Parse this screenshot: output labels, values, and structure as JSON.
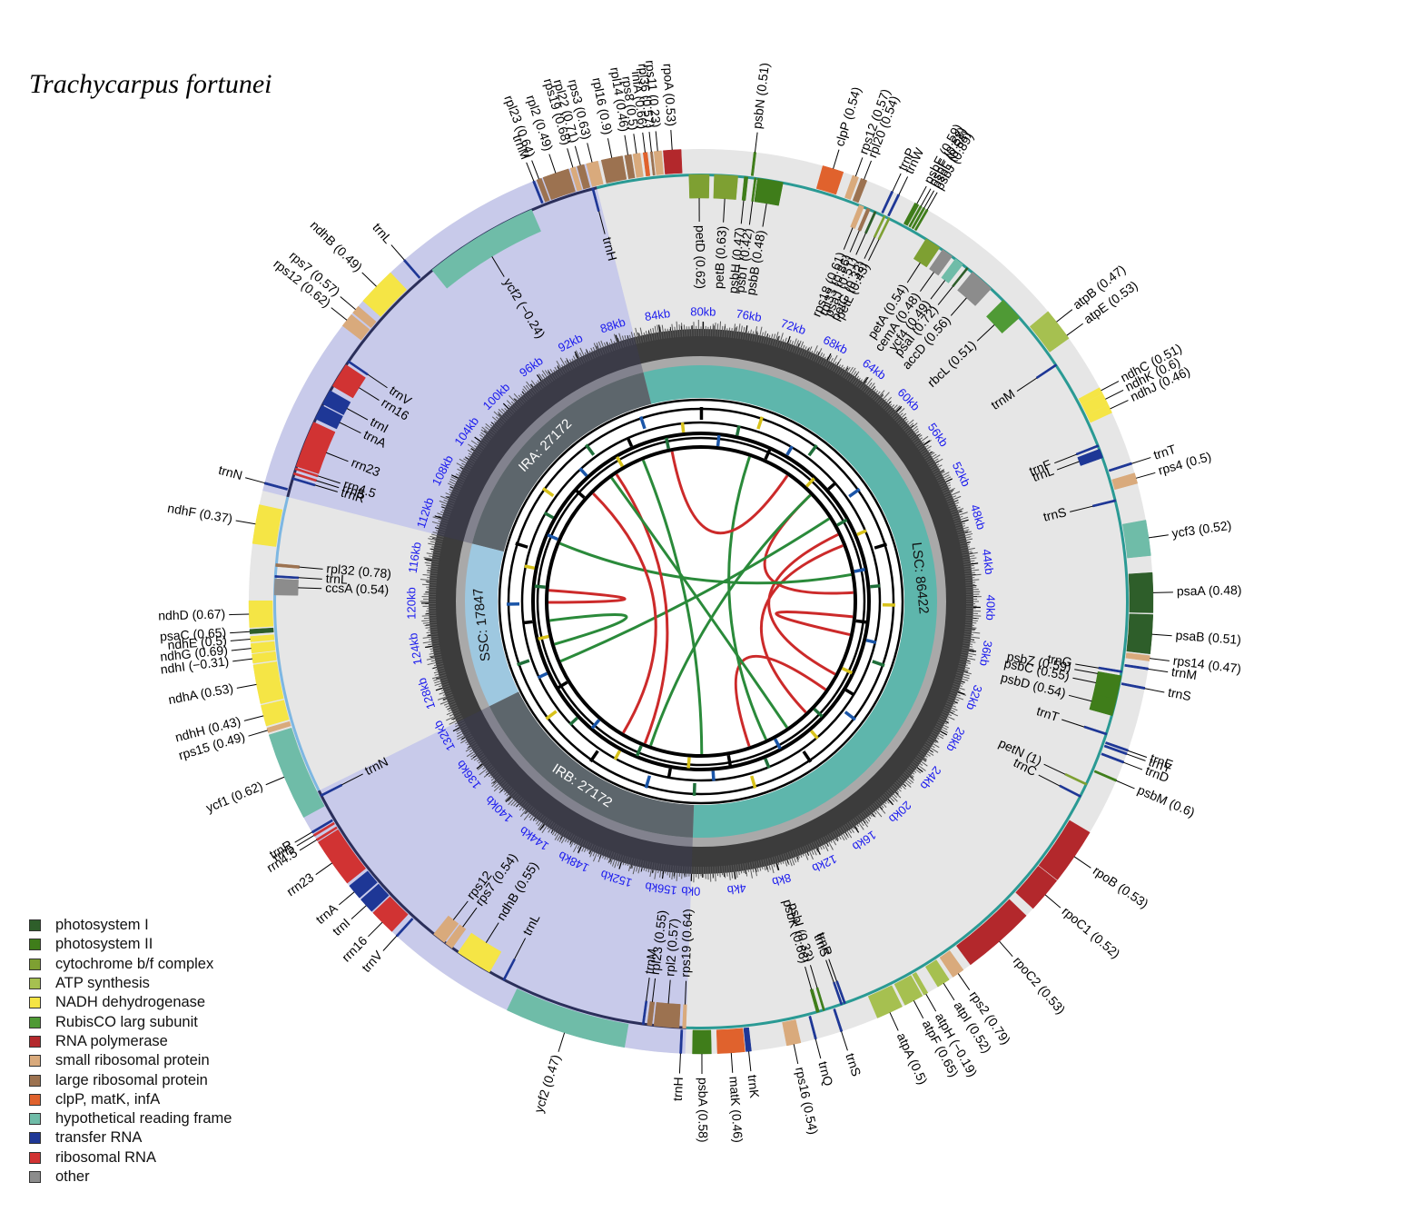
{
  "title": "Trachycarpus fortunei",
  "genome_length": 158613,
  "colors": {
    "photosystem I": "#2e5e2a",
    "photosystem II": "#3f7d1a",
    "cytochrome b/f complex": "#7ea032",
    "ATP synthesis": "#a6c050",
    "NADH dehydrogenase": "#f5e545",
    "RubisCO larg subunit": "#4f9a35",
    "RNA polymerase": "#b3282c",
    "small ribosomal protein": "#d9aa7c",
    "large ribosomal protein": "#9c7250",
    "clpP, matK, infA": "#e0622d",
    "hypothetical reading frame": "#6fbca8",
    "transfer RNA": "#1e3796",
    "ribosomal RNA": "#d13333",
    "other": "#8c8c8c"
  },
  "legend": [
    {
      "label": "photosystem I"
    },
    {
      "label": "photosystem II"
    },
    {
      "label": "cytochrome b/f complex"
    },
    {
      "label": "ATP synthesis"
    },
    {
      "label": "NADH dehydrogenase"
    },
    {
      "label": "RubisCO larg subunit"
    },
    {
      "label": "RNA polymerase"
    },
    {
      "label": "small ribosomal protein"
    },
    {
      "label": "large ribosomal protein"
    },
    {
      "label": "clpP, matK, infA"
    },
    {
      "label": "hypothetical reading frame"
    },
    {
      "label": "transfer RNA"
    },
    {
      "label": "ribosomal RNA"
    },
    {
      "label": "other"
    }
  ],
  "regions": [
    {
      "label": "LSC: 86422",
      "start": 0,
      "end": 86422,
      "color": "#5eb6ac"
    },
    {
      "label": "IRA: 27172",
      "start": 86422,
      "end": 113594,
      "color": "#5d666c"
    },
    {
      "label": "SSC: 17847",
      "start": 113594,
      "end": 131441,
      "color": "#9ec8e0"
    },
    {
      "label": "IRB: 27172",
      "start": 131441,
      "end": 158613,
      "color": "#5d666c"
    }
  ],
  "ticks": [
    "0kb",
    "4kb",
    "8kb",
    "12kb",
    "16kb",
    "20kb",
    "24kb",
    "28kb",
    "32kb",
    "36kb",
    "40kb",
    "44kb",
    "48kb",
    "52kb",
    "56kb",
    "60kb",
    "64kb",
    "68kb",
    "72kb",
    "76kb",
    "80kb",
    "84kb",
    "88kb",
    "92kb",
    "96kb",
    "100kb",
    "104kb",
    "108kb",
    "112kb",
    "116kb",
    "120kb",
    "124kb",
    "128kb",
    "132kb",
    "136kb",
    "140kb",
    "144kb",
    "148kb",
    "152kb",
    "156kb"
  ],
  "genes": [
    {
      "label": "psbA (0.58)",
      "pos": 400,
      "len": 1060,
      "cat": "photosystem II",
      "strand": -1
    },
    {
      "label": "matK (0.46)",
      "pos": 1800,
      "len": 1540,
      "cat": "clpP, matK, infA",
      "strand": -1
    },
    {
      "label": "trnK",
      "pos": 3400,
      "len": 300,
      "cat": "transfer RNA",
      "strand": -1
    },
    {
      "label": "rps16 (0.54)",
      "pos": 5700,
      "len": 800,
      "cat": "small ribosomal protein",
      "strand": -1
    },
    {
      "label": "trnQ",
      "pos": 7300,
      "len": 100,
      "cat": "transfer RNA",
      "strand": -1
    },
    {
      "label": "psbK (0.66)",
      "pos": 7800,
      "len": 180,
      "cat": "photosystem II",
      "strand": 1
    },
    {
      "label": "psbI (0.33)",
      "pos": 8200,
      "len": 120,
      "cat": "photosystem II",
      "strand": 1
    },
    {
      "label": "trnS",
      "pos": 8800,
      "len": 100,
      "cat": "transfer RNA",
      "strand": -1
    },
    {
      "label": "trnS",
      "pos": 9300,
      "len": 100,
      "cat": "transfer RNA",
      "strand": 1
    },
    {
      "label": "trnR",
      "pos": 9500,
      "len": 100,
      "cat": "transfer RNA",
      "strand": 1
    },
    {
      "label": "atpA (0.5)",
      "pos": 11000,
      "len": 1520,
      "cat": "ATP synthesis",
      "strand": -1
    },
    {
      "label": "atpF (0.65)",
      "pos": 12700,
      "len": 1100,
      "cat": "ATP synthesis",
      "strand": -1
    },
    {
      "label": "atpH (−0.19)",
      "pos": 13900,
      "len": 250,
      "cat": "ATP synthesis",
      "strand": -1
    },
    {
      "label": "atpI (0.52)",
      "pos": 14800,
      "len": 750,
      "cat": "ATP synthesis",
      "strand": -1
    },
    {
      "label": "rps2 (0.79)",
      "pos": 15800,
      "len": 710,
      "cat": "small ribosomal protein",
      "strand": -1
    },
    {
      "label": "rpoC2 (0.53)",
      "pos": 17000,
      "len": 4150,
      "cat": "RNA polymerase",
      "strand": -1
    },
    {
      "label": "rpoC1 (0.52)",
      "pos": 21700,
      "len": 2050,
      "cat": "RNA polymerase",
      "strand": -1
    },
    {
      "label": "rpoB (0.53)",
      "pos": 23800,
      "len": 3210,
      "cat": "RNA polymerase",
      "strand": -1
    },
    {
      "label": "trnC",
      "pos": 28500,
      "len": 100,
      "cat": "transfer RNA",
      "strand": 1
    },
    {
      "label": "petN (1)",
      "pos": 29300,
      "len": 100,
      "cat": "cytochrome b/f complex",
      "strand": 1
    },
    {
      "label": "psbM (0.6)",
      "pos": 30200,
      "len": 110,
      "cat": "photosystem II",
      "strand": -1
    },
    {
      "label": "trnD",
      "pos": 31300,
      "len": 100,
      "cat": "transfer RNA",
      "strand": -1
    },
    {
      "label": "trnY",
      "pos": 31800,
      "len": 100,
      "cat": "transfer RNA",
      "strand": -1
    },
    {
      "label": "trnE",
      "pos": 32000,
      "len": 100,
      "cat": "transfer RNA",
      "strand": -1
    },
    {
      "label": "trnT",
      "pos": 32500,
      "len": 100,
      "cat": "transfer RNA",
      "strand": 1
    },
    {
      "label": "psbD (0.54)",
      "pos": 33700,
      "len": 1060,
      "cat": "photosystem II",
      "strand": 1
    },
    {
      "label": "psbC (0.55)",
      "pos": 34700,
      "len": 1420,
      "cat": "photosystem II",
      "strand": 1
    },
    {
      "label": "trnS",
      "pos": 35600,
      "len": 100,
      "cat": "transfer RNA",
      "strand": -1
    },
    {
      "label": "psbZ (0.59)",
      "pos": 35900,
      "len": 190,
      "cat": "photosystem II",
      "strand": 1
    },
    {
      "label": "trnG",
      "pos": 36300,
      "len": 100,
      "cat": "transfer RNA",
      "strand": 1
    },
    {
      "label": "trnM",
      "pos": 36700,
      "len": 100,
      "cat": "transfer RNA",
      "strand": -1
    },
    {
      "label": "rps14 (0.47)",
      "pos": 37200,
      "len": 300,
      "cat": "small ribosomal protein",
      "strand": -1
    },
    {
      "label": "psaB (0.51)",
      "pos": 37600,
      "len": 2200,
      "cat": "photosystem I",
      "strand": -1
    },
    {
      "label": "psaA (0.48)",
      "pos": 39900,
      "len": 2250,
      "cat": "photosystem I",
      "strand": -1
    },
    {
      "label": "ycf3 (0.52)",
      "pos": 43100,
      "len": 2000,
      "cat": "hypothetical reading frame",
      "strand": -1
    },
    {
      "label": "trnS",
      "pos": 46500,
      "len": 100,
      "cat": "transfer RNA",
      "strand": 1
    },
    {
      "label": "rps4 (0.5)",
      "pos": 47200,
      "len": 600,
      "cat": "small ribosomal protein",
      "strand": -1
    },
    {
      "label": "trnT",
      "pos": 48300,
      "len": 100,
      "cat": "transfer RNA",
      "strand": -1
    },
    {
      "label": "trnL",
      "pos": 49200,
      "len": 550,
      "cat": "transfer RNA",
      "strand": 1
    },
    {
      "label": "trnF",
      "pos": 49900,
      "len": 100,
      "cat": "transfer RNA",
      "strand": 1
    },
    {
      "label": "ndhJ (0.46)",
      "pos": 51400,
      "len": 480,
      "cat": "NADH dehydrogenase",
      "strand": -1
    },
    {
      "label": "ndhK (0.6)",
      "pos": 51900,
      "len": 680,
      "cat": "NADH dehydrogenase",
      "strand": -1
    },
    {
      "label": "ndhC (0.51)",
      "pos": 52600,
      "len": 360,
      "cat": "NADH dehydrogenase",
      "strand": -1
    },
    {
      "label": "trnM",
      "pos": 55300,
      "len": 100,
      "cat": "transfer RNA",
      "strand": 1
    },
    {
      "label": "atpE (0.53)",
      "pos": 56200,
      "len": 400,
      "cat": "ATP synthesis",
      "strand": -1
    },
    {
      "label": "atpB (0.47)",
      "pos": 56600,
      "len": 1500,
      "cat": "ATP synthesis",
      "strand": -1
    },
    {
      "label": "rbcL (0.51)",
      "pos": 58900,
      "len": 1430,
      "cat": "RubisCO larg subunit",
      "strand": 1
    },
    {
      "label": "accD (0.56)",
      "pos": 61300,
      "len": 1480,
      "cat": "other",
      "strand": 1
    },
    {
      "label": "psaI (0.72)",
      "pos": 63100,
      "len": 110,
      "cat": "photosystem I",
      "strand": 1
    },
    {
      "label": "ycf4 (0.49)",
      "pos": 63500,
      "len": 560,
      "cat": "hypothetical reading frame",
      "strand": 1
    },
    {
      "label": "cemA (0.48)",
      "pos": 64300,
      "len": 690,
      "cat": "other",
      "strand": 1
    },
    {
      "label": "petA (0.54)",
      "pos": 65200,
      "len": 960,
      "cat": "cytochrome b/f complex",
      "strand": 1
    },
    {
      "label": "psbJ (0.89)",
      "pos": 66900,
      "len": 120,
      "cat": "photosystem II",
      "strand": -1
    },
    {
      "label": "psbL (0.54)",
      "pos": 67100,
      "len": 120,
      "cat": "photosystem II",
      "strand": -1
    },
    {
      "label": "psbF (0.58)",
      "pos": 67300,
      "len": 120,
      "cat": "photosystem II",
      "strand": -1
    },
    {
      "label": "psbE (0.59)",
      "pos": 67500,
      "len": 250,
      "cat": "photosystem II",
      "strand": -1
    },
    {
      "label": "trnW",
      "pos": 68700,
      "len": 100,
      "cat": "transfer RNA",
      "strand": -1
    },
    {
      "label": "trnP",
      "pos": 69100,
      "len": 100,
      "cat": "transfer RNA",
      "strand": -1
    },
    {
      "label": "petL (0.43)",
      "pos": 68600,
      "len": 100,
      "cat": "cytochrome b/f complex",
      "strand": 1
    },
    {
      "label": "petG (0.32)",
      "pos": 68900,
      "len": 110,
      "cat": "cytochrome b/f complex",
      "strand": 1
    },
    {
      "label": "psaJ (0.51)",
      "pos": 69500,
      "len": 130,
      "cat": "photosystem I",
      "strand": 1
    },
    {
      "label": "rpl33 (0.86)",
      "pos": 69900,
      "len": 200,
      "cat": "large ribosomal protein",
      "strand": 1
    },
    {
      "label": "rps18 (0.61)",
      "pos": 70300,
      "len": 300,
      "cat": "small ribosomal protein",
      "strand": 1
    },
    {
      "label": "rpl20 (0.54)",
      "pos": 70700,
      "len": 350,
      "cat": "large ribosomal protein",
      "strand": -1
    },
    {
      "label": "rps12 (0.57)",
      "pos": 71200,
      "len": 350,
      "cat": "small ribosomal protein",
      "strand": -1
    },
    {
      "label": "clpP (0.54)",
      "pos": 72100,
      "len": 1200,
      "cat": "clpP, matK, infA",
      "strand": -1
    },
    {
      "label": "psbB (0.48)",
      "pos": 75300,
      "len": 1530,
      "cat": "photosystem II",
      "strand": 1
    },
    {
      "label": "psbT (0.42)",
      "pos": 76900,
      "len": 110,
      "cat": "photosystem II",
      "strand": 1
    },
    {
      "label": "psbN (0.51)",
      "pos": 77100,
      "len": 130,
      "cat": "photosystem II",
      "strand": -1
    },
    {
      "label": "psbH (0.47)",
      "pos": 77400,
      "len": 220,
      "cat": "photosystem II",
      "strand": 1
    },
    {
      "label": "petB (0.63)",
      "pos": 78000,
      "len": 1400,
      "cat": "cytochrome b/f complex",
      "strand": 1
    },
    {
      "label": "petD (0.62)",
      "pos": 79700,
      "len": 1200,
      "cat": "cytochrome b/f complex",
      "strand": 1
    },
    {
      "label": "rpoA (0.53)",
      "pos": 81300,
      "len": 1000,
      "cat": "RNA polymerase",
      "strand": -1
    },
    {
      "label": "rps11 (0.23)",
      "pos": 82400,
      "len": 420,
      "cat": "small ribosomal protein",
      "strand": -1
    },
    {
      "label": "rpl36 (0.57)",
      "pos": 82900,
      "len": 120,
      "cat": "large ribosomal protein",
      "strand": -1
    },
    {
      "label": "infA (0.66)",
      "pos": 83200,
      "len": 230,
      "cat": "clpP, matK, infA",
      "strand": -1
    },
    {
      "label": "rps8 (0.5)",
      "pos": 83600,
      "len": 400,
      "cat": "small ribosomal protein",
      "strand": -1
    },
    {
      "label": "rpl14 (0.46)",
      "pos": 84100,
      "len": 370,
      "cat": "large ribosomal protein",
      "strand": -1
    },
    {
      "label": "rpl16 (0.9)",
      "pos": 84600,
      "len": 1200,
      "cat": "large ribosomal protein",
      "strand": -1
    },
    {
      "label": "rps3 (0.63)",
      "pos": 86000,
      "len": 660,
      "cat": "small ribosomal protein",
      "strand": -1
    },
    {
      "label": "trnH",
      "pos": 86600,
      "len": 100,
      "cat": "transfer RNA",
      "strand": 1
    },
    {
      "label": "rpl22 (0.71)",
      "pos": 86800,
      "len": 400,
      "cat": "large ribosomal protein",
      "strand": -1
    },
    {
      "label": "rps19 (0.68)",
      "pos": 87300,
      "len": 280,
      "cat": "small ribosomal protein",
      "strand": -1
    },
    {
      "label": "rpl2 (0.49)",
      "pos": 87700,
      "len": 1500,
      "cat": "large ribosomal protein",
      "strand": -1
    },
    {
      "label": "rpl23 (0.64)",
      "pos": 89300,
      "len": 280,
      "cat": "large ribosomal protein",
      "strand": -1
    },
    {
      "label": "trnM",
      "pos": 89700,
      "len": 100,
      "cat": "transfer RNA",
      "strand": -1
    },
    {
      "label": "ycf2 (−0.24)",
      "pos": 90500,
      "len": 6900,
      "cat": "hypothetical reading frame",
      "strand": 1
    },
    {
      "label": "trnL",
      "pos": 98200,
      "len": 100,
      "cat": "transfer RNA",
      "strand": -1
    },
    {
      "label": "ndhB (0.49)",
      "pos": 99300,
      "len": 2200,
      "cat": "NADH dehydrogenase",
      "strand": -1
    },
    {
      "label": "rps7 (0.57)",
      "pos": 101900,
      "len": 470,
      "cat": "small ribosomal protein",
      "strand": -1
    },
    {
      "label": "rps12 (0.62)",
      "pos": 102500,
      "len": 800,
      "cat": "small ribosomal protein",
      "strand": -1
    },
    {
      "label": "trnV",
      "pos": 104700,
      "len": 100,
      "cat": "transfer RNA",
      "strand": 1
    },
    {
      "label": "rrn16",
      "pos": 105000,
      "len": 1490,
      "cat": "ribosomal RNA",
      "strand": 1
    },
    {
      "label": "trnI",
      "pos": 106800,
      "len": 900,
      "cat": "transfer RNA",
      "strand": 1
    },
    {
      "label": "trnA",
      "pos": 107800,
      "len": 880,
      "cat": "transfer RNA",
      "strand": 1
    },
    {
      "label": "rrn23",
      "pos": 108900,
      "len": 2810,
      "cat": "ribosomal RNA",
      "strand": 1
    },
    {
      "label": "rrn4.5",
      "pos": 111800,
      "len": 100,
      "cat": "ribosomal RNA",
      "strand": 1
    },
    {
      "label": "rrn5",
      "pos": 112100,
      "len": 120,
      "cat": "ribosomal RNA",
      "strand": 1
    },
    {
      "label": "trnR",
      "pos": 112400,
      "len": 100,
      "cat": "transfer RNA",
      "strand": 1
    },
    {
      "label": "trnN",
      "pos": 113100,
      "len": 100,
      "cat": "transfer RNA",
      "strand": -1
    },
    {
      "label": "ndhF (0.37)",
      "pos": 114400,
      "len": 2200,
      "cat": "NADH dehydrogenase",
      "strand": -1
    },
    {
      "label": "rpl32 (0.78)",
      "pos": 117600,
      "len": 170,
      "cat": "large ribosomal protein",
      "strand": 1
    },
    {
      "label": "trnL",
      "pos": 118300,
      "len": 100,
      "cat": "transfer RNA",
      "strand": 1
    },
    {
      "label": "ccsA (0.54)",
      "pos": 118500,
      "len": 960,
      "cat": "other",
      "strand": 1
    },
    {
      "label": "ndhD (0.67)",
      "pos": 119800,
      "len": 1500,
      "cat": "NADH dehydrogenase",
      "strand": -1
    },
    {
      "label": "psaC (0.65)",
      "pos": 121400,
      "len": 250,
      "cat": "photosystem I",
      "strand": -1
    },
    {
      "label": "ndhE (0.5)",
      "pos": 121800,
      "len": 300,
      "cat": "NADH dehydrogenase",
      "strand": -1
    },
    {
      "label": "ndhG (0.69)",
      "pos": 122200,
      "len": 530,
      "cat": "NADH dehydrogenase",
      "strand": -1
    },
    {
      "label": "ndhI (−0.31)",
      "pos": 122800,
      "len": 500,
      "cat": "NADH dehydrogenase",
      "strand": -1
    },
    {
      "label": "ndhA (0.53)",
      "pos": 123400,
      "len": 2200,
      "cat": "NADH dehydrogenase",
      "strand": -1
    },
    {
      "label": "ndhH (0.43)",
      "pos": 125700,
      "len": 1180,
      "cat": "NADH dehydrogenase",
      "strand": -1
    },
    {
      "label": "rps15 (0.49)",
      "pos": 127000,
      "len": 270,
      "cat": "small ribosomal protein",
      "strand": -1
    },
    {
      "label": "ycf1 (0.62)",
      "pos": 127400,
      "len": 5000,
      "cat": "hypothetical reading frame",
      "strand": -1
    },
    {
      "label": "trnN",
      "pos": 131700,
      "len": 100,
      "cat": "transfer RNA",
      "strand": 1
    },
    {
      "label": "trnR",
      "pos": 133300,
      "len": 100,
      "cat": "transfer RNA",
      "strand": -1
    },
    {
      "label": "rrn5",
      "pos": 133500,
      "len": 120,
      "cat": "ribosomal RNA",
      "strand": -1
    },
    {
      "label": "rrn4.5",
      "pos": 133800,
      "len": 100,
      "cat": "ribosomal RNA",
      "strand": -1
    },
    {
      "label": "rrn23",
      "pos": 134000,
      "len": 2810,
      "cat": "ribosomal RNA",
      "strand": -1
    },
    {
      "label": "trnA",
      "pos": 137000,
      "len": 880,
      "cat": "transfer RNA",
      "strand": -1
    },
    {
      "label": "trnI",
      "pos": 138000,
      "len": 900,
      "cat": "transfer RNA",
      "strand": -1
    },
    {
      "label": "rrn16",
      "pos": 139000,
      "len": 1490,
      "cat": "ribosomal RNA",
      "strand": -1
    },
    {
      "label": "trnV",
      "pos": 140800,
      "len": 100,
      "cat": "transfer RNA",
      "strand": -1
    },
    {
      "label": "rps12",
      "pos": 142400,
      "len": 800,
      "cat": "small ribosomal protein",
      "strand": 1
    },
    {
      "label": "rps7 (0.54)",
      "pos": 143300,
      "len": 470,
      "cat": "small ribosomal protein",
      "strand": 1
    },
    {
      "label": "ndhB (0.55)",
      "pos": 144200,
      "len": 2200,
      "cat": "NADH dehydrogenase",
      "strand": 1
    },
    {
      "label": "trnL",
      "pos": 147300,
      "len": 100,
      "cat": "transfer RNA",
      "strand": 1
    },
    {
      "label": "ycf2 (0.47)",
      "pos": 148300,
      "len": 6900,
      "cat": "hypothetical reading frame",
      "strand": -1
    },
    {
      "label": "trnM",
      "pos": 156000,
      "len": 100,
      "cat": "transfer RNA",
      "strand": 1
    },
    {
      "label": "rpl23 (0.55)",
      "pos": 156300,
      "len": 280,
      "cat": "large ribosomal protein",
      "strand": 1
    },
    {
      "label": "rpl2 (0.57)",
      "pos": 156700,
      "len": 1500,
      "cat": "large ribosomal protein",
      "strand": 1
    },
    {
      "label": "trnH",
      "pos": 158300,
      "len": 100,
      "cat": "transfer RNA",
      "strand": -1
    },
    {
      "label": "rps19 (0.64)",
      "pos": 158400,
      "len": 200,
      "cat": "small ribosomal protein",
      "strand": 1
    }
  ]
}
